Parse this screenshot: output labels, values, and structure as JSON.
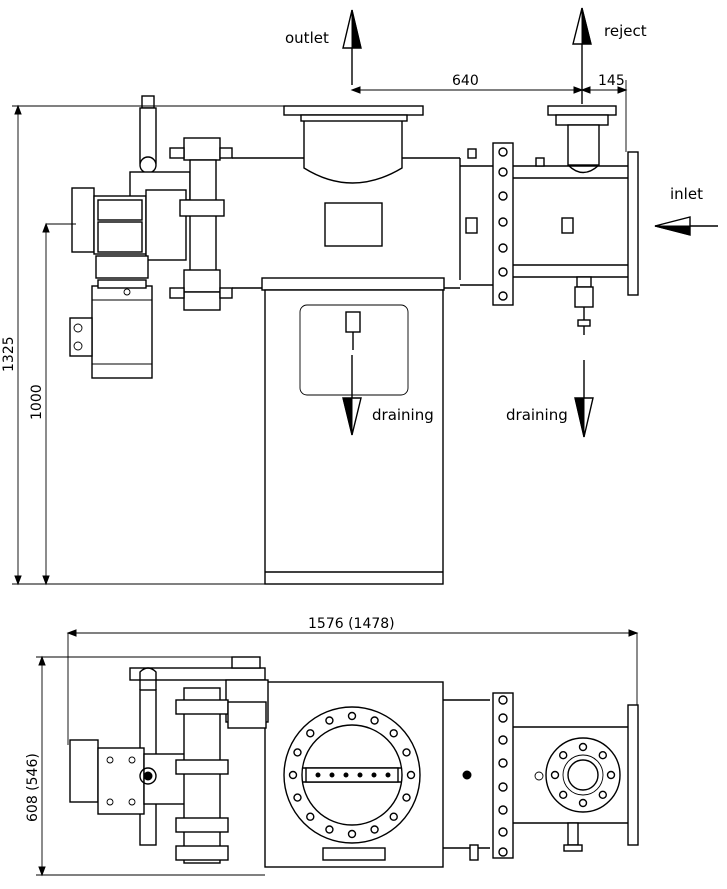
{
  "labels": {
    "outlet": "outlet",
    "reject": "reject",
    "inlet": "inlet",
    "draining_center": "draining",
    "draining_right": "draining"
  },
  "dimensions": {
    "d640": "640",
    "d145": "145",
    "d1325": "1325",
    "d1000": "1000",
    "d1576": "1576 (1478)",
    "d608": "608 (546)"
  }
}
